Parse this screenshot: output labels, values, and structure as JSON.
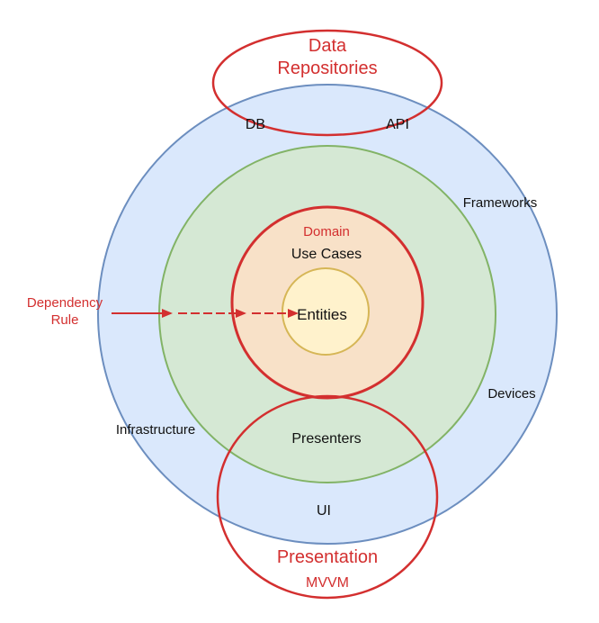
{
  "labels": {
    "data_repositories_line1": "Data",
    "data_repositories_line2": "Repositories",
    "db": "DB",
    "api": "API",
    "frameworks": "Frameworks",
    "domain": "Domain",
    "use_cases": "Use Cases",
    "dependency_rule_line1": "Dependency",
    "dependency_rule_line2": "Rule",
    "entities": "Entities",
    "devices": "Devices",
    "infrastructure": "Infrastructure",
    "presenters": "Presenters",
    "ui": "UI",
    "presentation": "Presentation",
    "mvvm": "MVVM"
  },
  "colors": {
    "outer_fill": "#dae8fc",
    "outer_stroke": "#6c8ebf",
    "middle_fill": "#d5e8d4",
    "middle_stroke": "#82b366",
    "domain_fill": "#f8e1c8",
    "domain_stroke": "#d32f2f",
    "entities_fill": "#fff2cc",
    "entities_stroke": "#d6b656",
    "accent_red": "#d32f2f",
    "text": "#111111"
  }
}
